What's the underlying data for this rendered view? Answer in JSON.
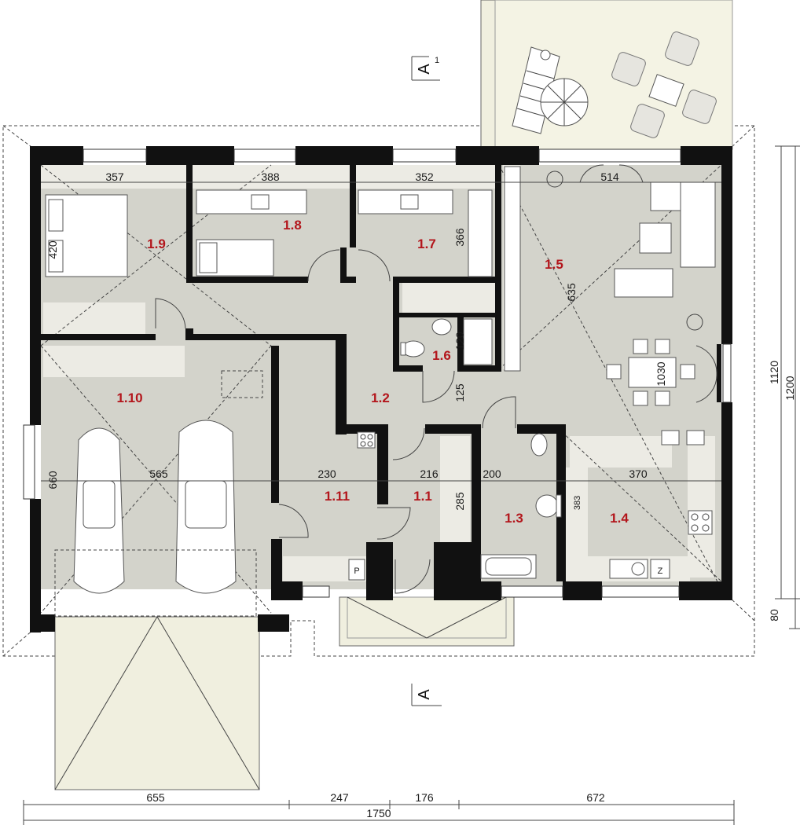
{
  "rooms": [
    {
      "id": "r19",
      "label": "1.9"
    },
    {
      "id": "r18",
      "label": "1.8"
    },
    {
      "id": "r17",
      "label": "1.7"
    },
    {
      "id": "r15",
      "label": "1.5"
    },
    {
      "id": "r16",
      "label": "1.6"
    },
    {
      "id": "r12",
      "label": "1.2"
    },
    {
      "id": "r110",
      "label": "1.10"
    },
    {
      "id": "r111",
      "label": "1.11"
    },
    {
      "id": "r11",
      "label": "1.1"
    },
    {
      "id": "r13",
      "label": "1.3"
    },
    {
      "id": "r14",
      "label": "1.4"
    }
  ],
  "dimensions": {
    "d357": "357",
    "d388": "388",
    "d352": "352",
    "d514": "514",
    "d420": "420",
    "d366": "366",
    "d635": "635",
    "d120": "120",
    "d125": "125",
    "d1030": "1030",
    "d660": "660",
    "d565": "565",
    "d230": "230",
    "d216": "216",
    "d200": "200",
    "d370": "370",
    "d285": "285",
    "d383": "383",
    "d1120": "1120",
    "d1200": "1200",
    "d80": "80",
    "d655": "655",
    "d247": "247",
    "d176": "176",
    "d672": "672",
    "d1750": "1750"
  },
  "section_marks": {
    "top": "A",
    "bottom": "A",
    "number": "1"
  },
  "fixtures": {
    "pantry_label": "P",
    "fridge_label": "Z"
  }
}
